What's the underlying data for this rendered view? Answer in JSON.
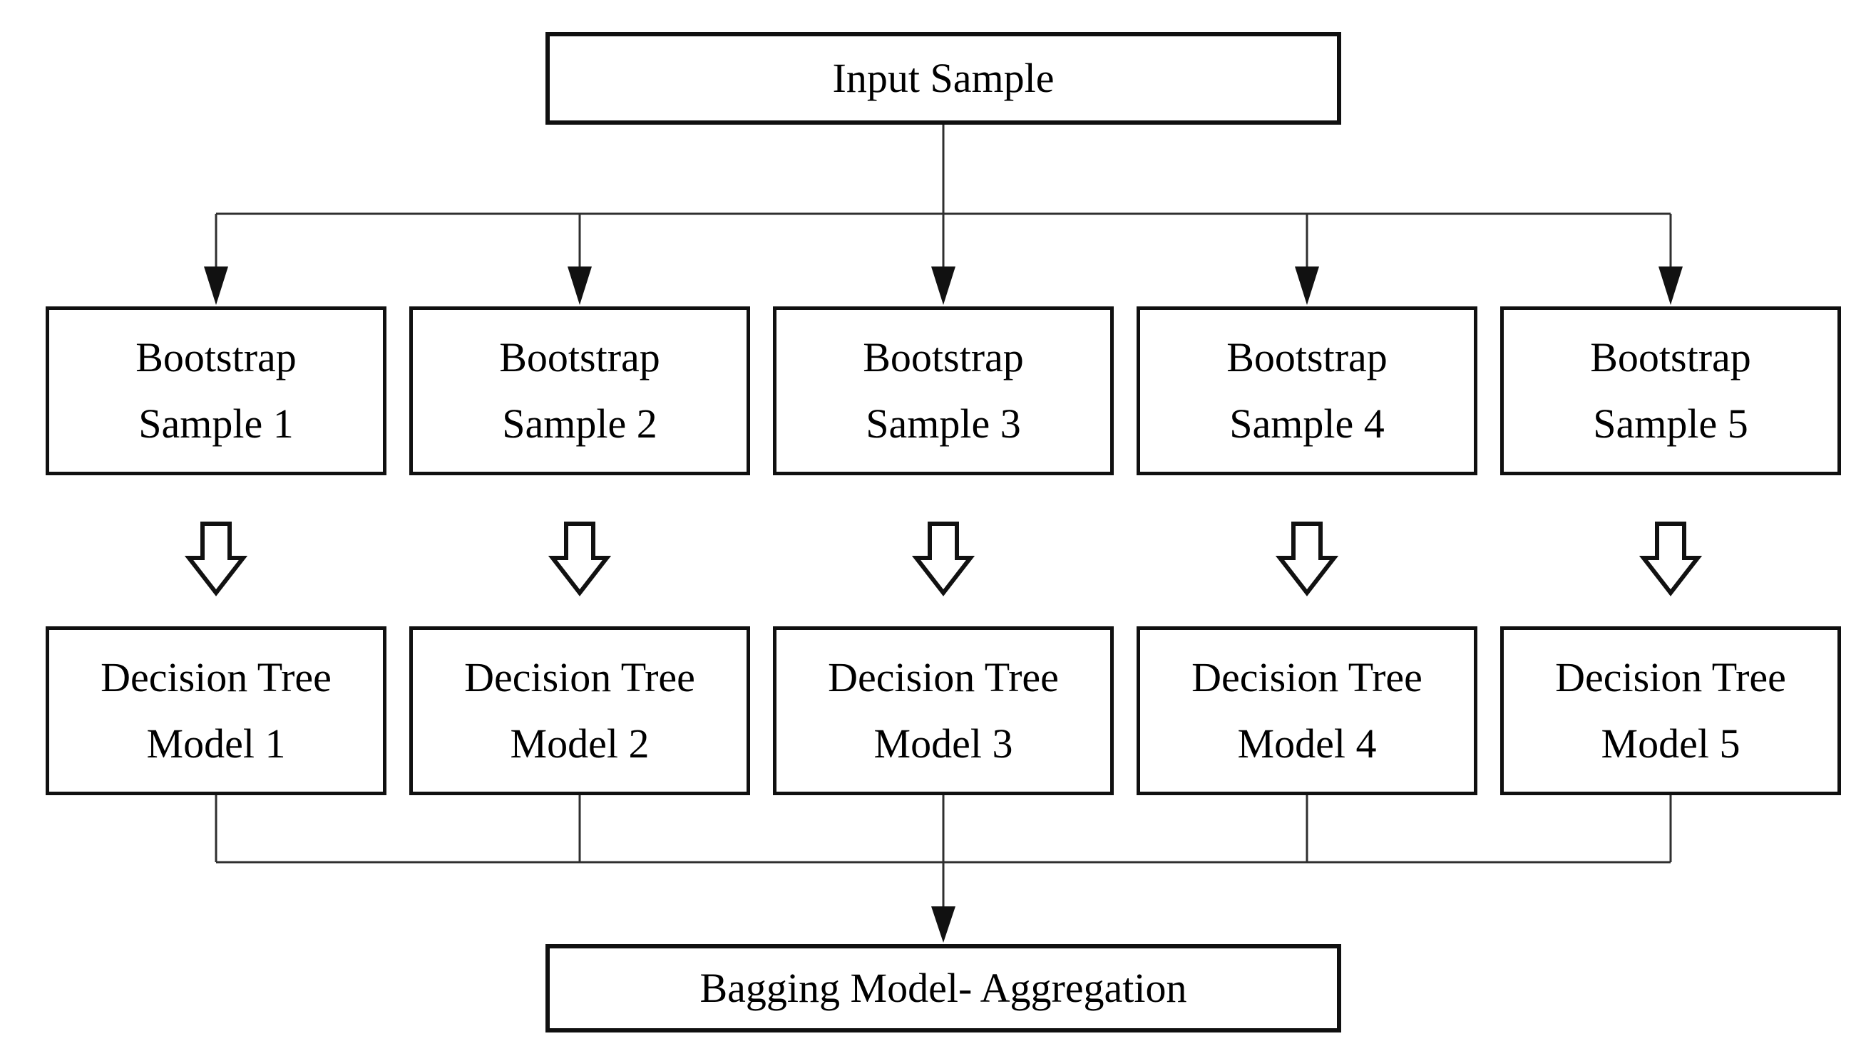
{
  "colors": {
    "background": "#ffffff",
    "text": "#000000",
    "box_border": "#101010",
    "connector_line": "#2f2f2f",
    "arrowhead_fill": "#111111",
    "block_arrow_fill": "#ffffff"
  },
  "icons": {
    "branch_arrow": "solid-down-arrowhead",
    "transform_arrow": "hollow-down-block-arrow"
  },
  "nodes": {
    "input": {
      "label": "Input Sample"
    },
    "bootstrap_samples": [
      {
        "label": "Bootstrap Sample 1",
        "lines": [
          "Bootstrap",
          "Sample 1"
        ]
      },
      {
        "label": "Bootstrap Sample 2",
        "lines": [
          "Bootstrap",
          "Sample 2"
        ]
      },
      {
        "label": "Bootstrap Sample 3",
        "lines": [
          "Bootstrap",
          "Sample 3"
        ]
      },
      {
        "label": "Bootstrap Sample 4",
        "lines": [
          "Bootstrap",
          "Sample 4"
        ]
      },
      {
        "label": "Bootstrap Sample 5",
        "lines": [
          "Bootstrap",
          "Sample 5"
        ]
      }
    ],
    "decision_trees": [
      {
        "label": "Decision Tree Model 1",
        "lines": [
          "Decision Tree",
          "Model 1"
        ]
      },
      {
        "label": "Decision Tree Model 2",
        "lines": [
          "Decision Tree",
          "Model 2"
        ]
      },
      {
        "label": "Decision Tree Model 3",
        "lines": [
          "Decision Tree",
          "Model 3"
        ]
      },
      {
        "label": "Decision Tree Model 4",
        "lines": [
          "Decision Tree",
          "Model 4"
        ]
      },
      {
        "label": "Decision Tree Model 5",
        "lines": [
          "Decision Tree",
          "Model 5"
        ]
      }
    ],
    "aggregation": {
      "label": "Bagging Model- Aggregation"
    }
  }
}
